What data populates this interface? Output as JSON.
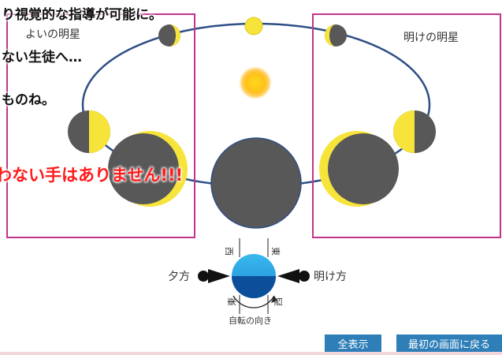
{
  "labels": {
    "evening_star": "よいの明星",
    "morning_star": "明けの明星",
    "dusk": "夕方",
    "dawn": "明け方",
    "rotation": "自転の向き",
    "west": "西",
    "east": "東"
  },
  "captions": {
    "line1": "り視覚的な指導が可能に。",
    "line2": "ない生徒へ…",
    "line3": "ものね。",
    "line4": "わない手はありません!!!"
  },
  "buttons": {
    "show_all": "全表示",
    "back_to_start": "最初の画面に戻る"
  },
  "colors": {
    "frame": "#c2358c",
    "orbit": "#2e4f86",
    "venus_lit": "#f7e43b",
    "venus_dark": "#585858",
    "red_caption": "#ff1a1a",
    "button": "#2e7fb8"
  }
}
